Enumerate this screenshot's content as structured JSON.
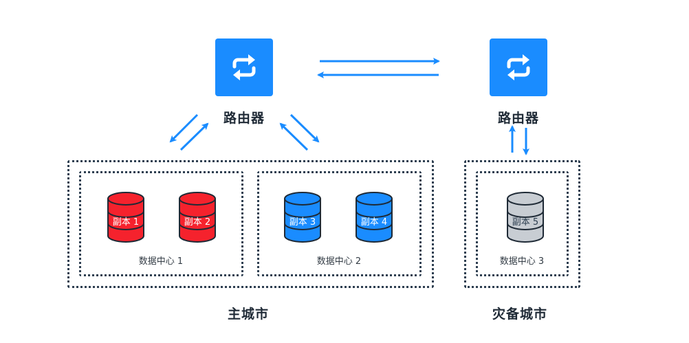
{
  "colors": {
    "accent": "#1a8cff",
    "border": "#2d3e50",
    "replica_red": "#f5222d",
    "replica_blue": "#1a8cff",
    "replica_gray": "#c8cdd3"
  },
  "routers": [
    {
      "label": "路由器",
      "icon": "repeat-arrows-icon"
    },
    {
      "label": "路由器",
      "icon": "repeat-arrows-icon"
    }
  ],
  "cities": [
    {
      "label": "主城市",
      "datacenters": [
        {
          "label": "数据中心 1",
          "replicas": [
            {
              "label": "副本 1",
              "color": "red"
            },
            {
              "label": "副本 2",
              "color": "red"
            }
          ]
        },
        {
          "label": "数据中心 2",
          "replicas": [
            {
              "label": "副本 3",
              "color": "blue"
            },
            {
              "label": "副本 4",
              "color": "blue"
            }
          ]
        }
      ]
    },
    {
      "label": "灾备城市",
      "datacenters": [
        {
          "label": "数据中心 3",
          "replicas": [
            {
              "label": "副本 5",
              "color": "gray"
            }
          ]
        }
      ]
    }
  ],
  "connections": [
    {
      "from": "router-1",
      "to": "router-2",
      "direction": "bidirectional"
    },
    {
      "from": "router-1",
      "to": "datacenter-1",
      "direction": "bidirectional"
    },
    {
      "from": "router-1",
      "to": "datacenter-2",
      "direction": "bidirectional"
    },
    {
      "from": "router-2",
      "to": "datacenter-3",
      "direction": "bidirectional"
    }
  ]
}
